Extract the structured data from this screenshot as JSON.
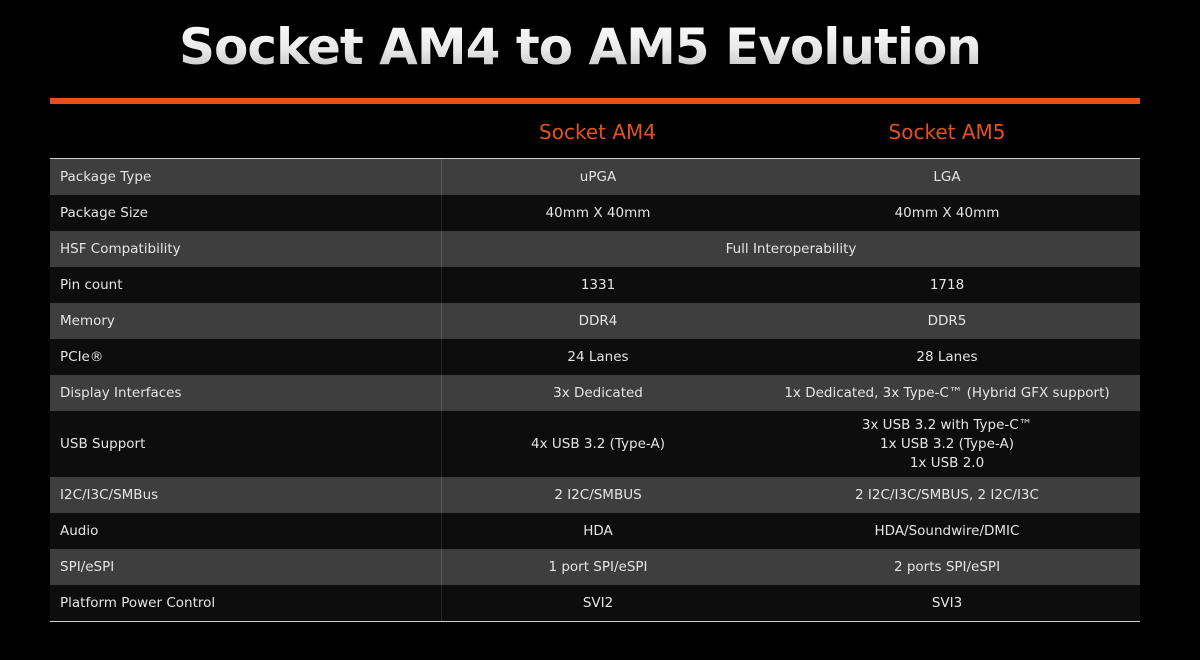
{
  "title": "Socket AM4 to AM5 Evolution",
  "colors": {
    "accent": "#e2521f",
    "row_light": "#3e3e3e",
    "row_dark": "#0d0d0d",
    "background": "#000000"
  },
  "columns": {
    "am4": "Socket AM4",
    "am5": "Socket AM5"
  },
  "rows": [
    {
      "label": "Package Type",
      "am4": "uPGA",
      "am5": "LGA"
    },
    {
      "label": "Package Size",
      "am4": "40mm X 40mm",
      "am5": "40mm X 40mm"
    },
    {
      "label": "HSF Compatibility",
      "span": "Full Interoperability"
    },
    {
      "label": "Pin count",
      "am4": "1331",
      "am5": "1718"
    },
    {
      "label": "Memory",
      "am4": "DDR4",
      "am5": "DDR5"
    },
    {
      "label": "PCIe®",
      "am4": "24 Lanes",
      "am5": "28 Lanes"
    },
    {
      "label": "Display Interfaces",
      "am4": "3x Dedicated",
      "am5": "1x Dedicated, 3x Type-C™ (Hybrid GFX support)"
    },
    {
      "label": "USB Support",
      "am4": "4x USB 3.2 (Type-A)",
      "am5_lines": [
        "3x USB 3.2 with Type-C™",
        "1x USB 3.2 (Type-A)",
        "1x USB 2.0"
      ]
    },
    {
      "label": "I2C/I3C/SMBus",
      "am4": "2 I2C/SMBUS",
      "am5": "2 I2C/I3C/SMBUS, 2 I2C/I3C"
    },
    {
      "label": "Audio",
      "am4": "HDA",
      "am5": "HDA/Soundwire/DMIC"
    },
    {
      "label": "SPI/eSPI",
      "am4": "1 port SPI/eSPI",
      "am5": "2 ports SPI/eSPI"
    },
    {
      "label": "Platform Power Control",
      "am4": "SVI2",
      "am5": "SVI3"
    }
  ]
}
